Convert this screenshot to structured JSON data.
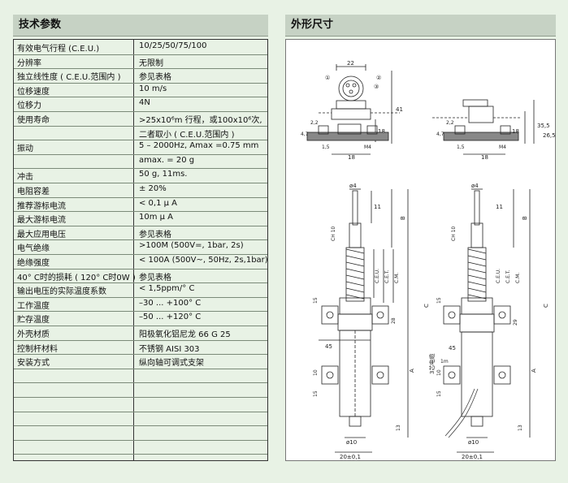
{
  "left": {
    "title": "技术参数"
  },
  "right": {
    "title": "外形尺寸"
  },
  "spec_rows": [
    [
      "有效电气行程 (C.E.U.)",
      "10/25/50/75/100"
    ],
    [
      "分辨率",
      "无限制"
    ],
    [
      "独立线性度 ( C.E.U.范围内 )",
      "参见表格"
    ],
    [
      "位移速度",
      "10 m/s"
    ],
    [
      "位移力",
      "4N"
    ],
    [
      "使用寿命",
      ">25x10⁶m 行程，或100x10⁶次,"
    ],
    [
      "",
      "二者取小 ( C.E.U.范围内 )"
    ],
    [
      "振动",
      "5 – 2000Hz, Amax =0.75 mm"
    ],
    [
      "",
      "amax. = 20 g"
    ],
    [
      "冲击",
      "50 g, 11ms."
    ],
    [
      "电阻容差",
      " ± 20%"
    ],
    [
      "推荐游标电流",
      " < 0,1 μ A"
    ],
    [
      "最大游标电流",
      "10m μ A"
    ],
    [
      "最大应用电压",
      "参见表格"
    ],
    [
      "电气绝缘",
      ">100M (500V=, 1bar, 2s)"
    ],
    [
      "绝缘强度",
      "< 100A (500V~, 50Hz, 2s,1bar)"
    ],
    [
      "40° C时的损耗 ( 120° C时0W )",
      "参见表格"
    ],
    [
      "输出电压的实际温度系数",
      "< 1,5ppm/° C"
    ],
    [
      "工作温度",
      "–30 ... +100° C"
    ],
    [
      "贮存温度",
      "–50 ... +120° C"
    ],
    [
      "外壳材质",
      "阳极氧化铝尼龙 66 G 25"
    ],
    [
      "控制杆材料",
      "不锈钢 AISI 303"
    ],
    [
      "安装方式",
      "纵向轴可调式支架"
    ],
    [
      "",
      ""
    ],
    [
      "",
      ""
    ],
    [
      "",
      ""
    ],
    [
      "",
      ""
    ],
    [
      "",
      ""
    ],
    [
      "",
      ""
    ]
  ],
  "drawing": {
    "top_left": {
      "dim_22": "22",
      "dim_41": "41",
      "dim_18": "18",
      "dim_47": "4,7",
      "dim_22b": "2,2",
      "dim_15": "1,5",
      "dim_18b": "18",
      "m4": "M4",
      "c1": "①",
      "c2": "②",
      "c3": "③"
    },
    "top_right": {
      "dim_355": "35,5",
      "dim_265": "26,5",
      "dim_18": "18",
      "dim_47": "4,7",
      "dim_22b": "2,2",
      "dim_15": "1,5",
      "dim_18b": "18",
      "m4": "M4"
    },
    "side_left": {
      "phi4": "ø4",
      "d11": "11",
      "ch10": "CH 10",
      "ceu": "C.E.U.",
      "cet": "C.E.T.",
      "cm": "C.M.",
      "d15": "15",
      "d28": "28",
      "d10": "10",
      "d45": "45",
      "d15b": "15",
      "d13": "13",
      "phi10": "ø10",
      "base": "20±0,1",
      "B": "B",
      "A": "A",
      "C": "C"
    },
    "side_right": {
      "phi4": "ø4",
      "d11": "11",
      "ch10": "CH 10",
      "ceu": "C.E.U.",
      "cet": "C.E.T.",
      "cm": "C.M.",
      "d15": "15",
      "d29": "29",
      "d10": "10",
      "d45": "45",
      "d15b": "15",
      "d13": "13",
      "phi10": "ø10",
      "base": "20±0,1",
      "cable": "3芯电缆",
      "cable_len": "1m",
      "B": "B",
      "A": "A",
      "C": "C"
    }
  }
}
